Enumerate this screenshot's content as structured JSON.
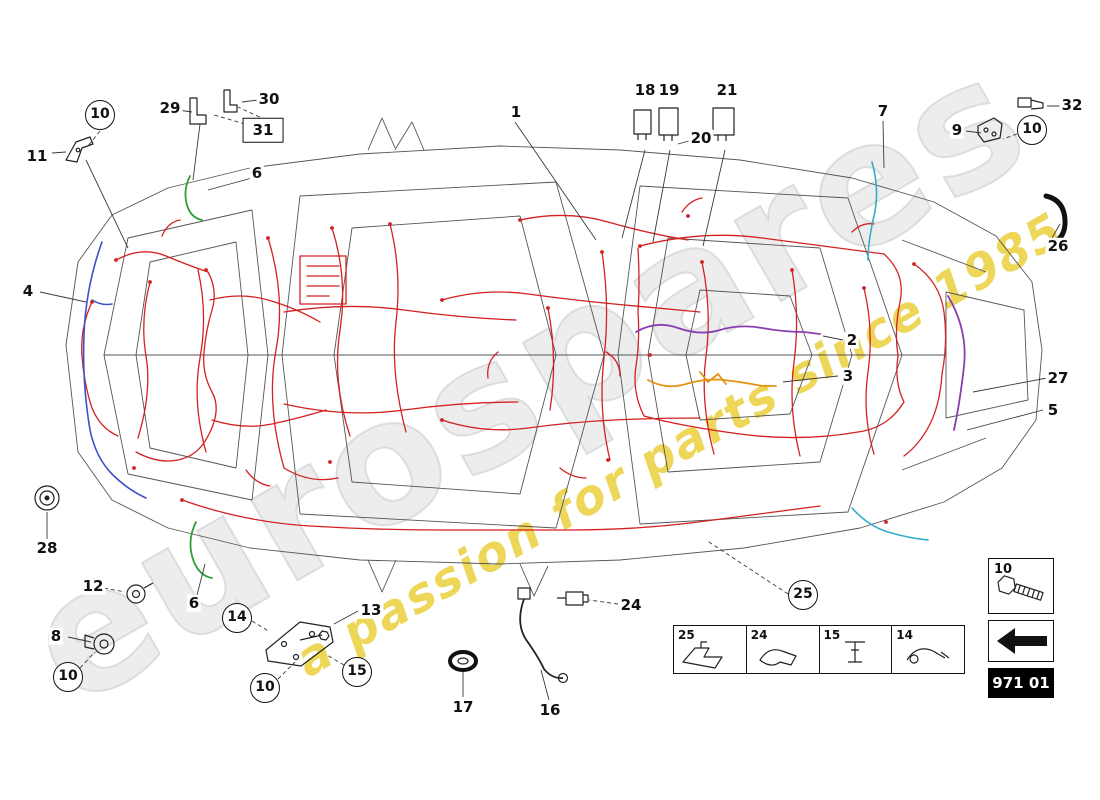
{
  "meta": {
    "title": "Electrics - wiring harness parts diagram"
  },
  "watermark": {
    "brand": "eurospares",
    "tagline": "a passion for parts since 1985"
  },
  "part_code": "971 01",
  "colors": {
    "harness-red": "#d42020",
    "harness-blue": "#3c50c8",
    "harness-green": "#2f9e38",
    "harness-purple": "#8a3fb0",
    "harness-orange": "#e39312",
    "harness-cyan": "#30aec6",
    "outline": "#555555",
    "watermark-yellow": "#e8cc2e",
    "watermark-gray": "#dcdcdc"
  },
  "callouts": {
    "n1": "1",
    "n2": "2",
    "n3": "3",
    "n4": "4",
    "n5": "5",
    "n6a": "6",
    "n6b": "6",
    "n7": "7",
    "n8": "8",
    "n9": "9",
    "n10a": "10",
    "n10b": "10",
    "n10c": "10",
    "n10d": "10",
    "n11": "11",
    "n12": "12",
    "n13": "13",
    "n14": "14",
    "n15": "15",
    "n16": "16",
    "n17": "17",
    "n18": "18",
    "n19": "19",
    "n20": "20",
    "n21": "21",
    "n24": "24",
    "n25": "25",
    "n26": "26",
    "n27": "27",
    "n28": "28",
    "n29": "29",
    "n30": "30",
    "n31": "31",
    "n32": "32"
  },
  "legend": {
    "cells": [
      {
        "num": "25",
        "icon": "harness-clip-icon"
      },
      {
        "num": "24",
        "icon": "cable-clip-icon"
      },
      {
        "num": "15",
        "icon": "rivet-clip-icon"
      },
      {
        "num": "14",
        "icon": "clamp-clip-icon"
      }
    ]
  },
  "ref_box": {
    "num": "10",
    "icon": "bolt-icon"
  }
}
